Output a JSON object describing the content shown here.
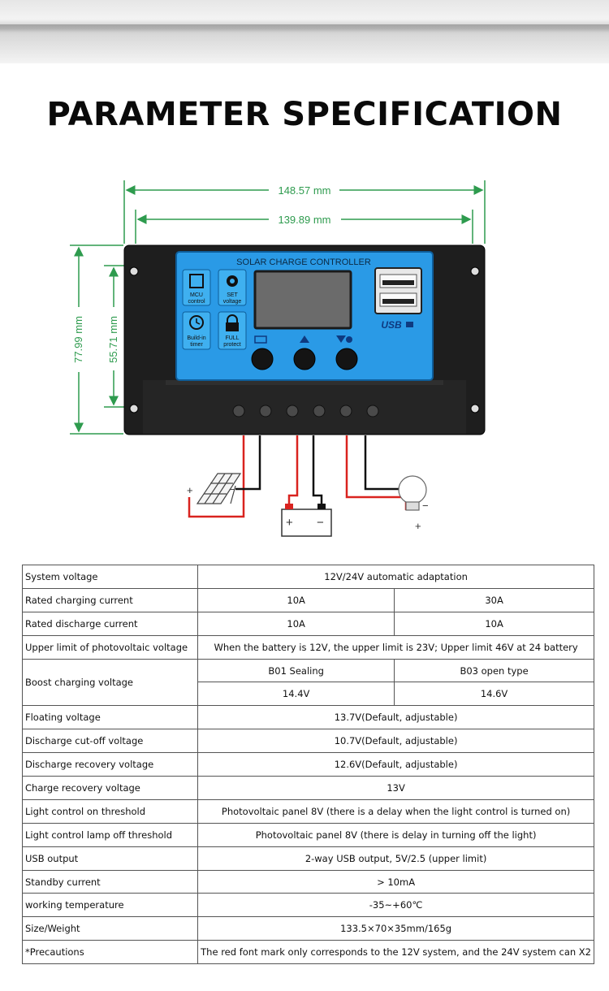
{
  "header": {
    "title": "PARAMETER SPECIFICATION"
  },
  "dimensions": {
    "outer_width": "148.57 mm",
    "inner_width": "139.89 mm",
    "outer_height": "77.99 mm",
    "inner_height": "55.71 mm"
  },
  "device": {
    "panel_title": "SOLAR CHARGE CONTROLLER",
    "feature_mcu": [
      "MCU",
      "control"
    ],
    "feature_set": [
      "SET",
      "voltage"
    ],
    "feature_timer": [
      "Build-in",
      "timer"
    ],
    "feature_protect": [
      "FULL",
      "protect"
    ],
    "usb_label": "USB",
    "colors": {
      "panel": "#2a9ae6",
      "body": "#1c1c1c",
      "button": "#141414",
      "lcd": "#6b6b6b"
    }
  },
  "wiring": {
    "plus": "+",
    "minus": "−",
    "colors": {
      "positive": "#d9231f",
      "negative": "#111111",
      "dimension": "#2e9b4e"
    }
  },
  "specs": {
    "rows": [
      {
        "label": "System voltage",
        "value": "12V/24V automatic adaptation"
      },
      {
        "label": "Rated charging current",
        "left": "10A",
        "right": "30A"
      },
      {
        "label": "Rated discharge current",
        "left": "10A",
        "right": "10A"
      },
      {
        "label": "Upper limit of photovoltaic voltage",
        "value": "When the battery is 12V, the upper limit is 23V; Upper limit 46V at 24 battery"
      },
      {
        "label": "Boost charging voltage",
        "sub_header_left": "B01 Sealing",
        "sub_header_right": "B03 open type",
        "left": "14.4V",
        "right": "14.6V"
      },
      {
        "label": "Floating voltage",
        "value": "13.7V(Default, adjustable)"
      },
      {
        "label": "Discharge cut-off voltage",
        "value": "10.7V(Default, adjustable)"
      },
      {
        "label": "Discharge recovery voltage",
        "value": "12.6V(Default, adjustable)"
      },
      {
        "label": "Charge recovery voltage",
        "value": "13V"
      },
      {
        "label": "Light control on threshold",
        "value": "Photovoltaic panel 8V (there is a delay when the light control is turned on)"
      },
      {
        "label": "Light control lamp off threshold",
        "value": "Photovoltaic panel 8V (there is delay in turning off the light)"
      },
      {
        "label": "USB output",
        "value": "2-way USB output, 5V/2.5 (upper limit)"
      },
      {
        "label": "Standby current",
        "value": "> 10mA"
      },
      {
        "label": "working temperature",
        "value": "-35~+60℃"
      },
      {
        "label": "Size/Weight",
        "value": "133.5×70×35mm/165g"
      },
      {
        "label": "*Precautions",
        "value": "The red font mark only corresponds to the 12V system, and the 24V system can X2"
      }
    ]
  }
}
